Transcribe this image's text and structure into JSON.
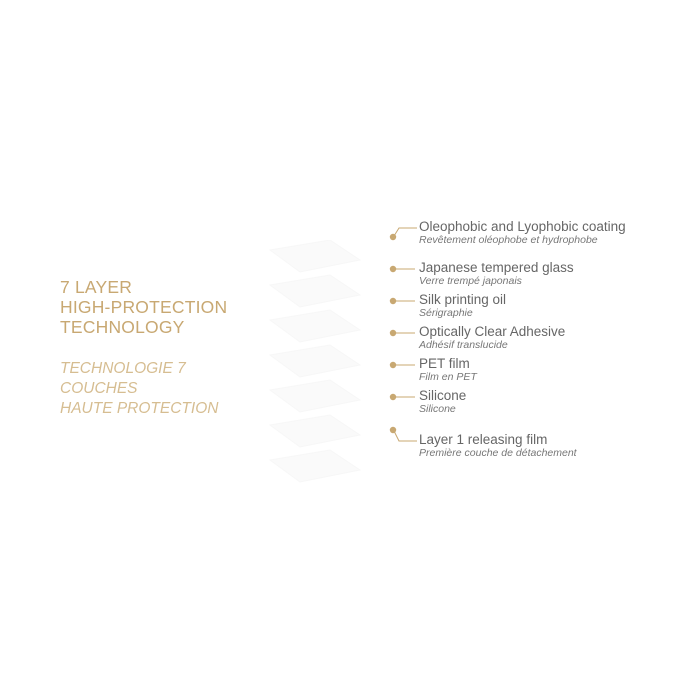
{
  "title": {
    "en_lines": [
      "7 LAYER",
      "HIGH-PROTECTION",
      "TECHNOLOGY"
    ],
    "fr_lines": [
      "TECHNOLOGIE 7",
      "COUCHES",
      "HAUTE PROTECTION"
    ]
  },
  "colors": {
    "accent": "#c8a872",
    "accent_light": "#d6bd91",
    "text": "#666666",
    "subtext": "#777777",
    "background": "#ffffff"
  },
  "layers": [
    {
      "en": "Oleophobic and Lyophobic coating",
      "fr": "Revêtement oléophobe et hydrophobe"
    },
    {
      "en": "Japanese tempered glass",
      "fr": "Verre trempé japonais"
    },
    {
      "en": "Silk printing oil",
      "fr": "Sérigraphie"
    },
    {
      "en": "Optically Clear Adhesive",
      "fr": "Adhésif translucide"
    },
    {
      "en": "PET film",
      "fr": "Film en PET"
    },
    {
      "en": "Silicone",
      "fr": "Silicone"
    },
    {
      "en": "Layer 1 releasing film",
      "fr": "Première couche de détachement"
    }
  ]
}
